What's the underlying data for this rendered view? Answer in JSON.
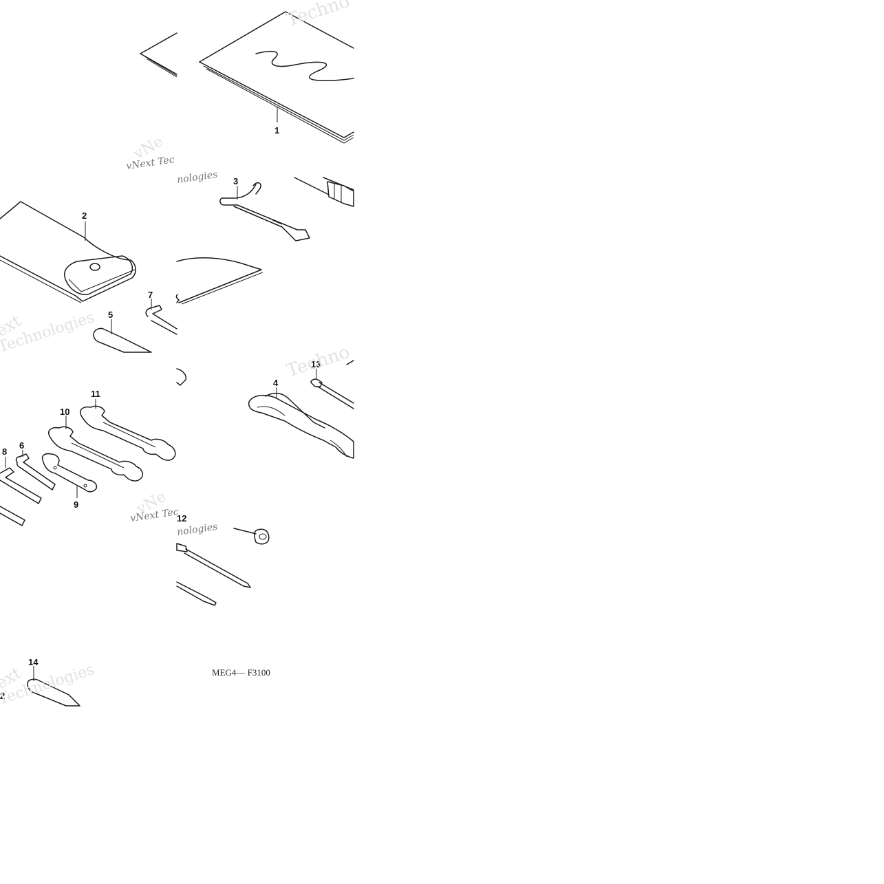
{
  "diagram": {
    "callouts": {
      "c1": "1",
      "c2": "2",
      "c3": "3",
      "c4": "4",
      "c5": "5",
      "c6": "6",
      "c7": "7",
      "c8": "8",
      "c9": "9",
      "c10": "10",
      "c11": "11",
      "c12": "12",
      "c13": "13",
      "c14": "14",
      "c12b": "2"
    },
    "drawing_code": "MEG4— F3100"
  },
  "watermarks": {
    "technologies": "Technologies",
    "technolo": "Techno",
    "vnext_tec": "vNext Tec",
    "vnext_dark": "vNext Tec",
    "vnext_dark2": "vNext Tec",
    "ologies": "nologies",
    "ext": "ext",
    "vne": "vNe"
  }
}
